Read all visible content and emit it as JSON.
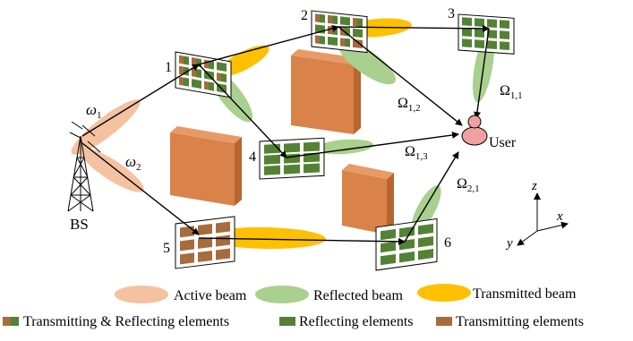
{
  "colors": {
    "active_beam": "#f4c2a0",
    "reflected_beam": "#a9d08e",
    "transmitted_beam": "#ffc000",
    "reflecting_element": "#548235",
    "transmitting_element": "#a86b3c",
    "wall_front": "#d9824a",
    "wall_side": "#b8652f",
    "user_body": "#f0a0a0"
  },
  "bs": {
    "label": "BS"
  },
  "user": {
    "label": "User"
  },
  "beams": {
    "w1": {
      "sym": "ω",
      "sub": "1"
    },
    "w2": {
      "sym": "ω",
      "sub": "2"
    }
  },
  "paths": {
    "o12": {
      "sym": "Ω",
      "sub": "1,2"
    },
    "o11": {
      "sym": "Ω",
      "sub": "1,1"
    },
    "o13": {
      "sym": "Ω",
      "sub": "1,3"
    },
    "o21": {
      "sym": "Ω",
      "sub": "2,1"
    }
  },
  "surfaces": [
    "1",
    "2",
    "3",
    "4",
    "5",
    "6"
  ],
  "axes": {
    "z": "z",
    "x": "x",
    "y": "y"
  },
  "legend": {
    "active": "Active beam",
    "reflected": "Reflected beam",
    "transmitted": "Transmitted beam",
    "tr_elements": "Transmitting & Reflecting elements",
    "r_elements": "Reflecting elements",
    "t_elements": "Transmitting elements"
  }
}
